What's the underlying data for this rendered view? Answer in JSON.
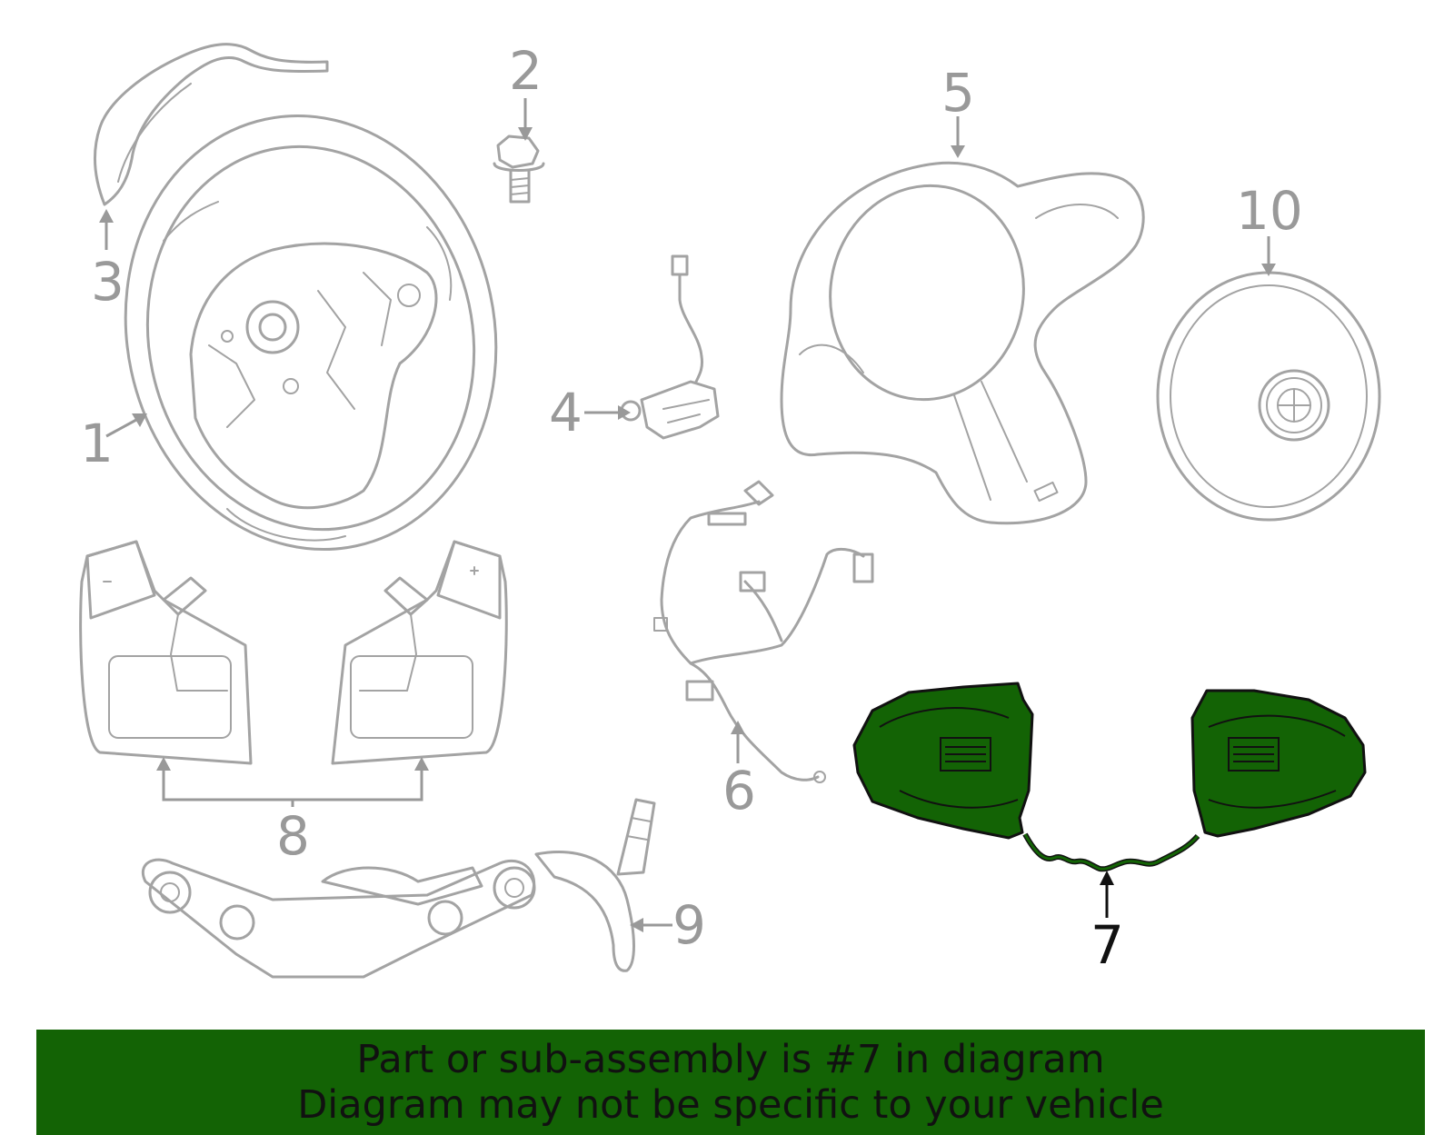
{
  "callouts": [
    {
      "id": "1",
      "label": "1"
    },
    {
      "id": "2",
      "label": "2"
    },
    {
      "id": "3",
      "label": "3"
    },
    {
      "id": "4",
      "label": "4"
    },
    {
      "id": "5",
      "label": "5"
    },
    {
      "id": "6",
      "label": "6"
    },
    {
      "id": "7",
      "label": "7"
    },
    {
      "id": "8",
      "label": "8"
    },
    {
      "id": "9",
      "label": "9"
    },
    {
      "id": "10",
      "label": "10"
    }
  ],
  "highlighted_part": "7",
  "banner": {
    "line1": "Part or sub-assembly is #7 in diagram",
    "line2": "Diagram may not be specific to your vehicle"
  },
  "colors": {
    "highlight": "#136305",
    "outline": "#a3a3a3",
    "callout": "#999999",
    "active_callout": "#111111"
  }
}
